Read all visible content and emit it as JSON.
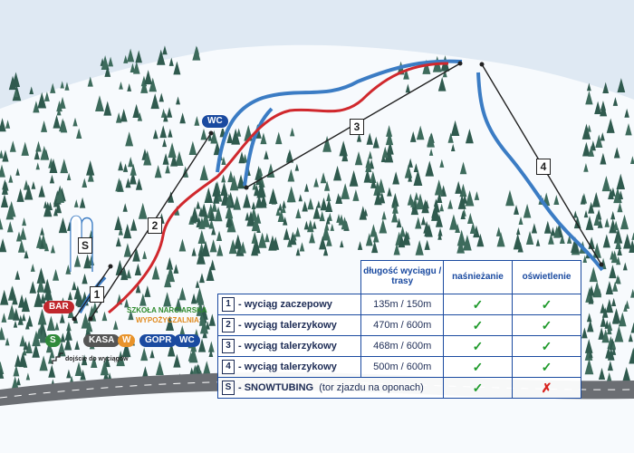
{
  "map": {
    "signs": {
      "wc_top": "WC",
      "bar": "BAR",
      "s_circle": "S",
      "kasa": "KASA",
      "w": "W",
      "gopr": "GOPR",
      "wc_bottom": "WC"
    },
    "school_label": "SZKOŁA NARCIARSKA",
    "rental_label": "WYPOŻYCZALNIA",
    "approach_label": "dojście do wyciągów",
    "lift_numbers": [
      "1",
      "2",
      "3",
      "4"
    ],
    "tubing_marker": "S",
    "colors": {
      "sky": "#dfe9f3",
      "snow": "#f7fafd",
      "tree": "#2f5a4e",
      "blue_run": "#3b7cc4",
      "red_run": "#d0282d",
      "wc_sign": "#1a4aa0",
      "bar_sign": "#c0272d",
      "s_sign": "#2f8a3a",
      "kasa_sign": "#555555",
      "w_sign": "#e8932a",
      "gopr_sign": "#1a4aa0",
      "school_green": "#2e8b2e",
      "rental_orange": "#e08a1e",
      "check_green": "#1f9a2b",
      "cross_red": "#d8231f"
    }
  },
  "legend": {
    "headers": {
      "length": "długość wyciągu / trasy",
      "snowmaking": "naśnieżanie",
      "lighting": "oświetlenie"
    },
    "rows": [
      {
        "num": "1",
        "name": "- wyciąg zaczepowy",
        "length": "135m / 150m",
        "snow": "✓",
        "light": "✓"
      },
      {
        "num": "2",
        "name": "- wyciąg talerzykowy",
        "length": "470m / 600m",
        "snow": "✓",
        "light": "✓"
      },
      {
        "num": "3",
        "name": "- wyciąg talerzykowy",
        "length": "468m / 600m",
        "snow": "✓",
        "light": "✓"
      },
      {
        "num": "4",
        "name": "- wyciąg talerzykowy",
        "length": "500m / 600m",
        "snow": "✓",
        "light": "✓"
      }
    ],
    "tubing": {
      "num": "S",
      "name": "- SNOWTUBING",
      "note": "(tor zjazdu na oponach)",
      "snow": "✓",
      "light": "✗"
    }
  }
}
